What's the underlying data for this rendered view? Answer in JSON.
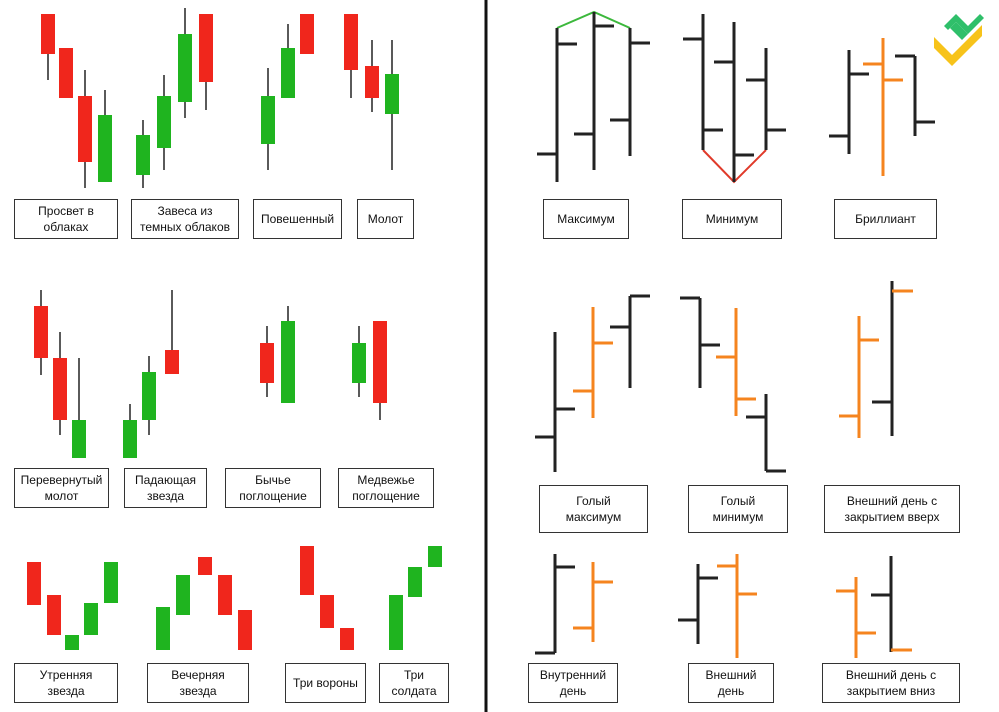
{
  "colors": {
    "bull": "#1fb41f",
    "bear": "#f0261c",
    "wick": "#222222",
    "orange": "#f5841f",
    "green_line": "#3cb83c",
    "red_line": "#e03a2a",
    "logo_green": "#2fbf6a",
    "logo_yellow": "#f7c31a"
  },
  "logo": {
    "icon": "litefinance-logo-icon"
  },
  "left_panel": {
    "labels": [
      {
        "id": "prosvet",
        "text": "Просвет в\nоблаках"
      },
      {
        "id": "zavesa",
        "text": "Завеса из\nтемных облаков"
      },
      {
        "id": "poveshenny",
        "text": "Повешенный"
      },
      {
        "id": "molot",
        "text": "Молот"
      },
      {
        "id": "perevernuty",
        "text": "Перевернутый\nмолот"
      },
      {
        "id": "padayushchaya",
        "text": "Падающая\nзвезда"
      },
      {
        "id": "bychye",
        "text": "Бычье\nпоглощение"
      },
      {
        "id": "medvezhye",
        "text": "Медвежье\nпоглощение"
      },
      {
        "id": "utrennyaya",
        "text": "Утренняя\nзвезда"
      },
      {
        "id": "vechernyaya",
        "text": "Вечерняя\nзвезда"
      },
      {
        "id": "tri_vorony",
        "text": "Три вороны"
      },
      {
        "id": "tri_soldata",
        "text": "Три\nсолдата"
      }
    ]
  },
  "right_panel": {
    "labels": [
      {
        "id": "maksimum",
        "text": "Максимум"
      },
      {
        "id": "minimum",
        "text": "Минимум"
      },
      {
        "id": "brilliant",
        "text": "Бриллиант"
      },
      {
        "id": "goly_maksimum",
        "text": "Голый\nмаксимум"
      },
      {
        "id": "goly_minimum",
        "text": "Голый\nминимум"
      },
      {
        "id": "vneshny_vverh",
        "text": "Внешний день с\nзакрытием вверх"
      },
      {
        "id": "vnutrenny",
        "text": "Внутренний\nдень"
      },
      {
        "id": "vneshny",
        "text": "Внешний\nдень"
      },
      {
        "id": "vneshny_vniz",
        "text": "Внешний день с\nзакрытием вниз"
      }
    ]
  }
}
